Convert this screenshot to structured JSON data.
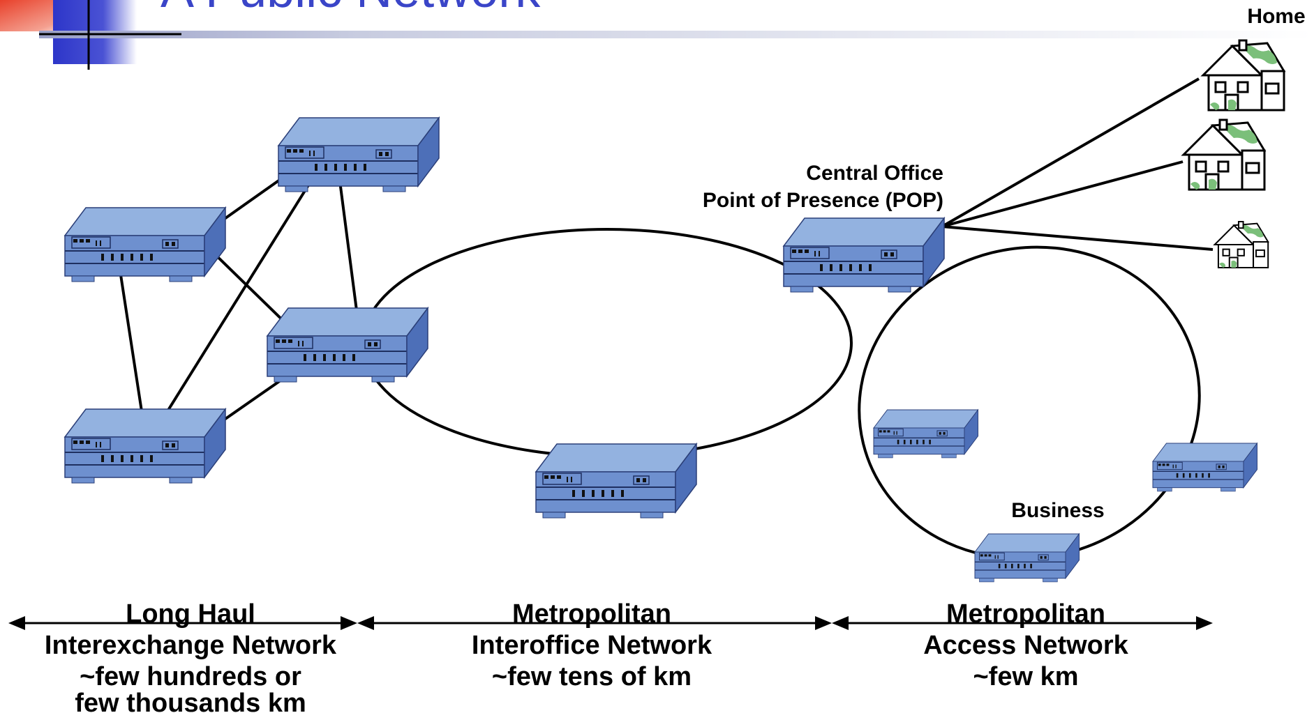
{
  "title": "A Public Network",
  "labels": {
    "home": "Home",
    "central_office_line1": "Central Office",
    "central_office_line2": "Point of Presence (POP)",
    "business": "Business"
  },
  "sections": [
    {
      "lines": [
        "Long Haul",
        "Interexchange Network",
        "~few hundreds or",
        "few thousands km"
      ]
    },
    {
      "lines": [
        "Metropolitan",
        "Interoffice Network",
        "~few tens of km"
      ]
    },
    {
      "lines": [
        "Metropolitan",
        "Access Network",
        "~few km"
      ]
    }
  ],
  "icons": {
    "router": "router-icon",
    "house": "house-icon",
    "arrow": "double-arrow-icon"
  },
  "colors": {
    "title": "#3a45c8",
    "router_top": "#93b2e0",
    "router_front": "#6e90cf",
    "router_side": "#4d6fb8",
    "bar_red": "#e8402a",
    "bar_blue": "#2d36c9"
  }
}
